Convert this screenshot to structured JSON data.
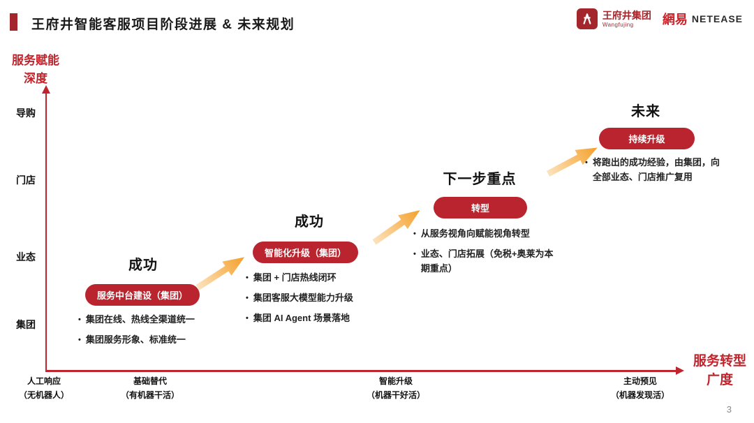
{
  "colors": {
    "accent_red": "#A3262C",
    "badge_red": "#B9242E",
    "axis_red": "#C0242C",
    "arrow_orange": "#F5A02A",
    "arrow_orange_light": "#FCE3BE"
  },
  "header": {
    "title": "王府井智能客服项目阶段进展 & 未来规划",
    "wangfujing_logo": {
      "name": "王府井集团",
      "sub": "Wangfujing"
    },
    "netease_logo": {
      "cn": "網易",
      "en": "NETEASE"
    }
  },
  "y_axis": {
    "title_line1": "服务赋能",
    "title_line2": "深度",
    "ticks": [
      "导购",
      "门店",
      "业态",
      "集团"
    ]
  },
  "x_axis": {
    "title_line1": "服务转型",
    "title_line2": "广度",
    "ticks": [
      {
        "line1": "人工响应",
        "line2": "（无机器人）"
      },
      {
        "line1": "基础替代",
        "line2": "（有机器干活）"
      },
      {
        "line1": "智能升级",
        "line2": "（机器干好活）"
      },
      {
        "line1": "主动预见",
        "line2": "（机器发现活）"
      }
    ]
  },
  "stages": [
    {
      "heading": "成功",
      "badge": "服务中台建设（集团）",
      "bullets": [
        "集团在线、热线全渠道统一",
        "集团服务形象、标准统一"
      ]
    },
    {
      "heading": "成功",
      "badge": "智能化升级（集团）",
      "bullets": [
        "集团 + 门店热线闭环",
        "集团客服大模型能力升级",
        "集团 AI Agent 场景落地"
      ]
    },
    {
      "heading": "下一步重点",
      "badge": "转型",
      "bullets": [
        "从服务视角向赋能视角转型",
        "业态、门店拓展（免税+奥莱为本期重点）"
      ]
    },
    {
      "heading": "未来",
      "badge": "持续升级",
      "bullets": [
        "将跑出的成功经验，由集团，向全部业态、门店推广复用"
      ]
    }
  ],
  "page_number": "3"
}
